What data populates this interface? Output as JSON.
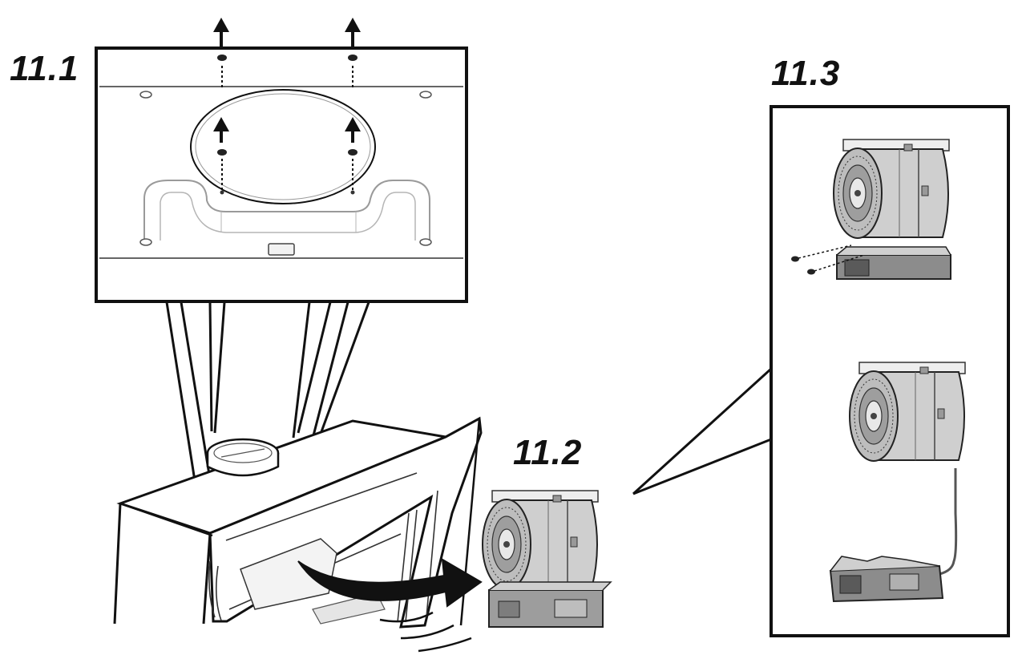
{
  "steps": {
    "step_1": "11.1",
    "step_2": "11.2",
    "step_3": "11.3"
  },
  "colors": {
    "line": "#111111",
    "light_line": "#9a9a9a",
    "motor_fill": "#d9d9d9",
    "motor_dark": "#7d7d7d",
    "base_dark": "#555555"
  },
  "icons": {
    "removal_arrow": "up-arrow-icon",
    "screw": "screw-icon",
    "extraction_arrow": "curved-arrow-icon",
    "motor": "blower-motor-icon"
  }
}
